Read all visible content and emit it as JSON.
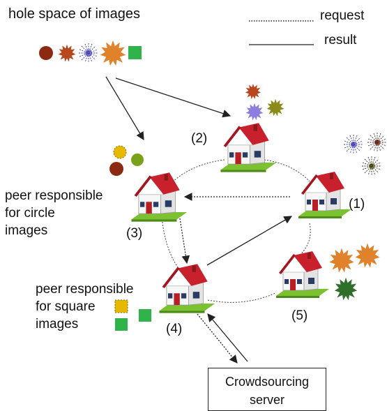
{
  "title": "hole space of images",
  "legend": {
    "request": "request",
    "result": "result"
  },
  "peers": {
    "p1": "(1)",
    "p2": "(2)",
    "p3": "(3)",
    "p4": "(4)",
    "p5": "(5)"
  },
  "notes": {
    "circle_line1": "peer responsible",
    "circle_line2": "for circle",
    "circle_line3": "images",
    "square_line1": "peer responsible",
    "square_line2": "for square",
    "square_line3": "images"
  },
  "server": {
    "line1": "Crowdsourcing",
    "line2": "server"
  },
  "colors": {
    "brown": "#8b2a10",
    "rust": "#b8461f",
    "violet": "#8a7fe0",
    "orange": "#e0822a",
    "green": "#2fb34a",
    "olive": "#8a8b1a",
    "yellow": "#e6b800",
    "dark_green": "#2f6f2a",
    "roof": "#c8202c",
    "wall": "#ffffff",
    "lawn": "#7cc12f"
  }
}
